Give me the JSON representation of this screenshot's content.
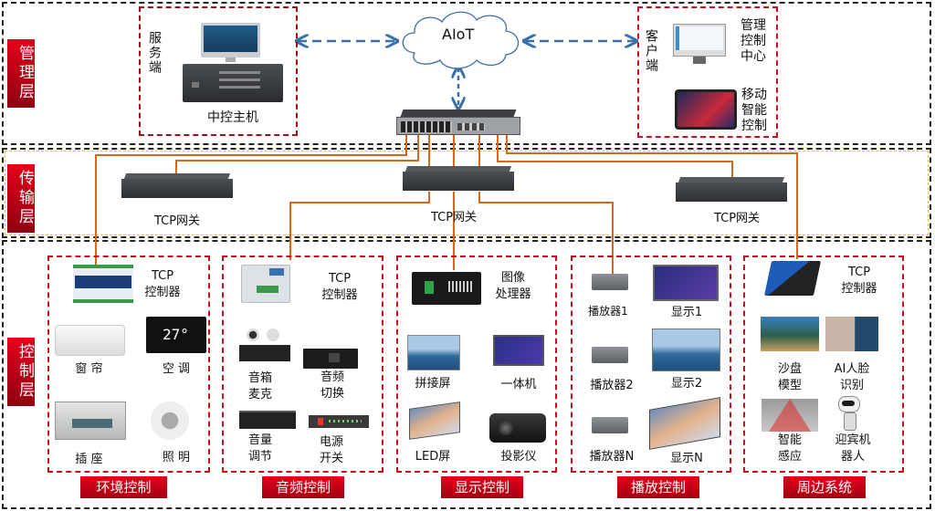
{
  "layers": {
    "management": "管理层",
    "transport": "传输层",
    "control": "控制层"
  },
  "management": {
    "server": {
      "side_label": "服务端",
      "device_label": "中控主机"
    },
    "cloud": {
      "label": "AIoT"
    },
    "client": {
      "side_label": "客户端",
      "pc_label": "管理\n控制\n中心",
      "mobile_label": "移动\n智能\n控制"
    }
  },
  "transport": {
    "gateways": [
      "TCP网关",
      "TCP网关",
      "TCP网关"
    ]
  },
  "control": {
    "groups": [
      {
        "title": "环境控制",
        "controller": "TCP\n控制器",
        "items": [
          "窗 帘",
          "空 调",
          "插 座",
          "照 明"
        ]
      },
      {
        "title": "音频控制",
        "controller": "TCP\n控制器",
        "items": [
          "音箱\n麦克",
          "音频\n切换",
          "音量\n调节",
          "电源\n开关"
        ]
      },
      {
        "title": "显示控制",
        "controller": "图像\n处理器",
        "items": [
          "拼接屏",
          "一体机",
          "LED屏",
          "投影仪"
        ]
      },
      {
        "title": "播放控制",
        "items": [
          "播放器1",
          "显示1",
          "播放器2",
          "显示2",
          "播放器N",
          "显示N"
        ]
      },
      {
        "title": "周边系统",
        "controller": "TCP\n控制器",
        "items": [
          "沙盘\n模型",
          "AI人脸\n识别",
          "智能\n感应",
          "迎宾机\n器人"
        ]
      }
    ]
  },
  "colors": {
    "accent_red": "#c8101e",
    "wire_orange": "#d2691e",
    "link_blue": "#3b6fa8"
  }
}
